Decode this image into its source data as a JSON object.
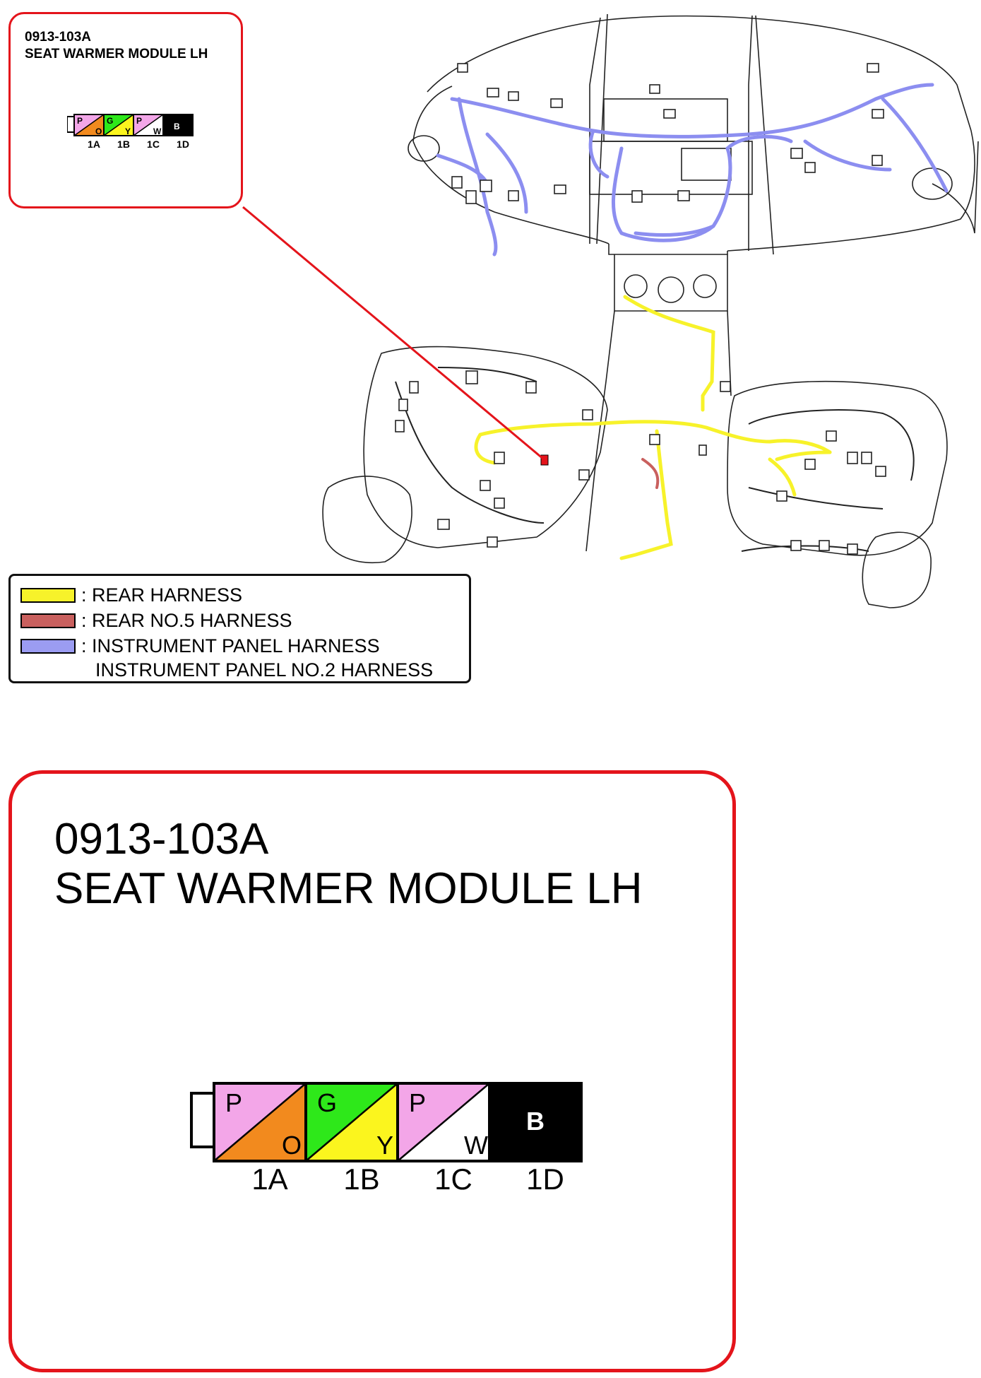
{
  "connector": {
    "code": "0913-103A",
    "name": "SEAT WARMER MODULE LH",
    "pins": [
      {
        "id": "1A",
        "top": "P",
        "bottom": "O",
        "top_color": "#f3a6e8",
        "bottom_color": "#f28a1e"
      },
      {
        "id": "1B",
        "top": "G",
        "bottom": "Y",
        "top_color": "#2ee81a",
        "bottom_color": "#fbf51e"
      },
      {
        "id": "1C",
        "top": "P",
        "bottom": "W",
        "top_color": "#f3a6e8",
        "bottom_color": "#ffffff"
      },
      {
        "id": "1D",
        "single": "B",
        "color": "#000000"
      }
    ]
  },
  "legend": {
    "items": [
      {
        "label": ": REAR HARNESS",
        "color": "#f7f22a"
      },
      {
        "label": ": REAR NO.5 HARNESS",
        "color": "#c9605e"
      },
      {
        "label": ": INSTRUMENT PANEL HARNESS",
        "color": "#9b9cf2"
      },
      {
        "label": "INSTRUMENT PANEL NO.2 HARNESS",
        "color": ""
      }
    ]
  },
  "colors": {
    "callout_border": "#e4141b",
    "rear": "#f7f22a",
    "rear_no5": "#c9605e",
    "ip": "#8c8ef0"
  }
}
